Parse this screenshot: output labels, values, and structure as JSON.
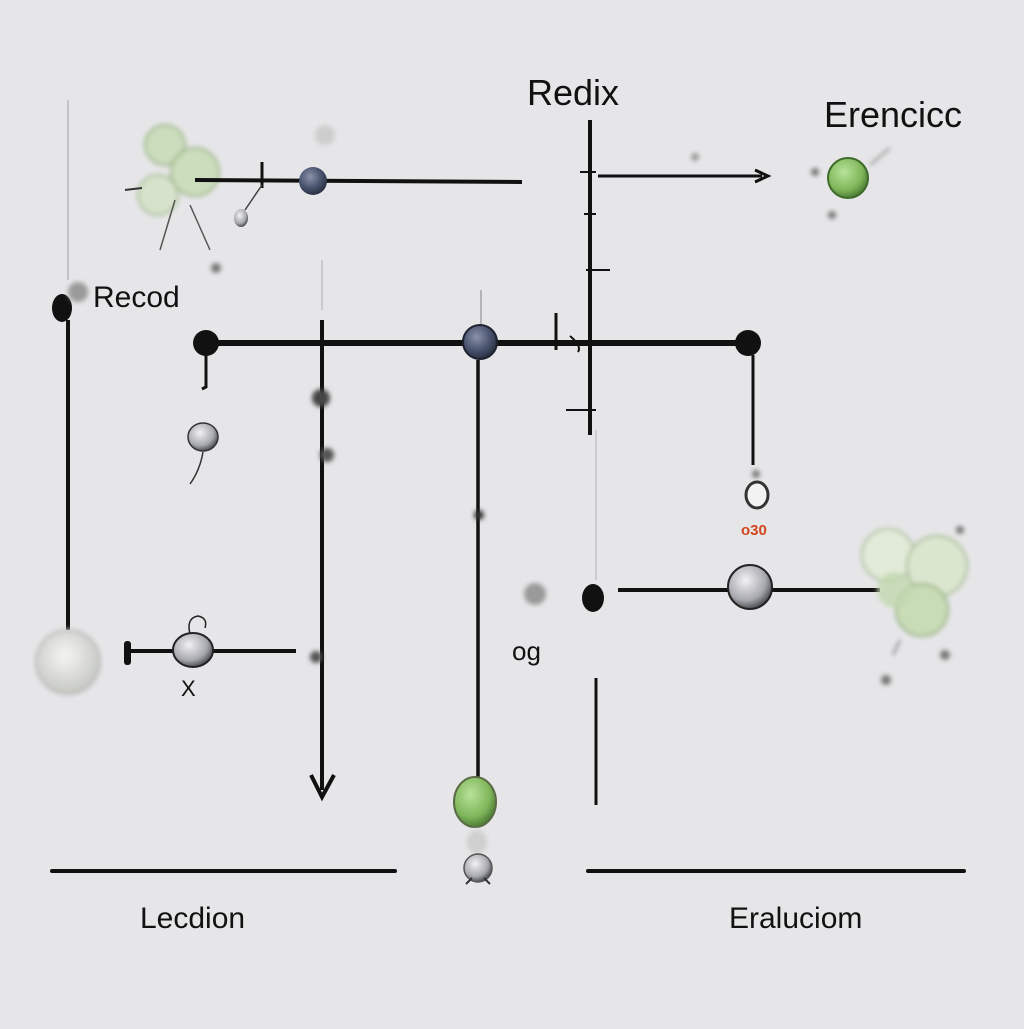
{
  "labels": {
    "top_center": "Redix",
    "top_right": "Erencicc",
    "left": "Recod",
    "small_x": "X",
    "orange_tag": "o30",
    "glyph_mid": "og",
    "bottom_left": "Lecdion",
    "bottom_right": "Eraluciom"
  },
  "colors": {
    "background": "#e6e6e8",
    "line": "#111111",
    "node_dark": "#4a5570",
    "node_green": "#8cc060",
    "node_soft_green": "#c9dcb8",
    "orange_text": "#d2451e"
  }
}
